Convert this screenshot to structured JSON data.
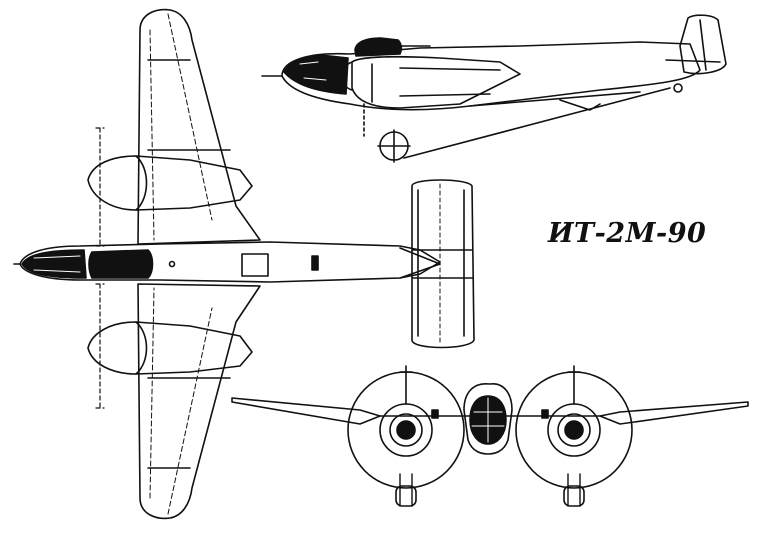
{
  "title": "ИТ-2М-90",
  "colors": {
    "ink": "#111111",
    "background": "#ffffff",
    "fill": "#111111"
  },
  "views": [
    {
      "name": "side-view"
    },
    {
      "name": "top-view"
    },
    {
      "name": "front-view"
    }
  ]
}
